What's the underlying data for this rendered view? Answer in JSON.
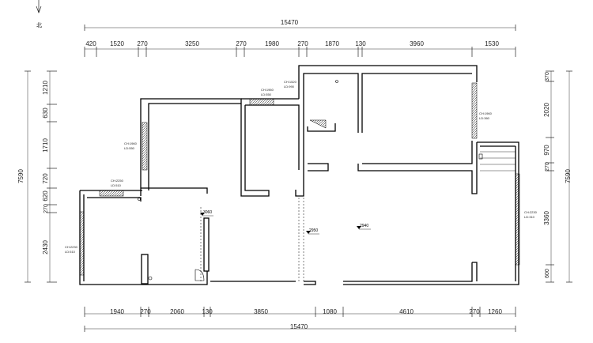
{
  "north": {
    "label": "北"
  },
  "overall": {
    "width_top": "15470",
    "width_bottom": "15470",
    "height_left": "7590",
    "height_right": "7590"
  },
  "top_dims": [
    "420",
    "1520",
    "270",
    "3250",
    "270",
    "1980",
    "270",
    "1870",
    "130",
    "3960",
    "1530"
  ],
  "bottom_dims": [
    "1940",
    "270",
    "2060",
    "130",
    "3850",
    "1080",
    "4610",
    "270",
    "1260"
  ],
  "left_dims": [
    "1210",
    "630",
    "1710",
    "720",
    "620",
    "270",
    "2430"
  ],
  "right_dims": [
    "370",
    "2020",
    "970",
    "270",
    "3360",
    "600"
  ],
  "windows": [
    {
      "ch": "CH:1960",
      "ld": "LD:550"
    },
    {
      "ch": "CH:1520",
      "ld": "LD:990"
    },
    {
      "ch": "CH:1960",
      "ld": "LD:550"
    },
    {
      "ch": "CH:2250",
      "ld": "LD:510"
    },
    {
      "ch": "CH:2230",
      "ld": "LD:510"
    },
    {
      "ch": "CH:1960",
      "ld": "LD:360"
    },
    {
      "ch": "CH:2230",
      "ld": "LD:310"
    }
  ],
  "levels": [
    "3060",
    "2950",
    "2940"
  ]
}
